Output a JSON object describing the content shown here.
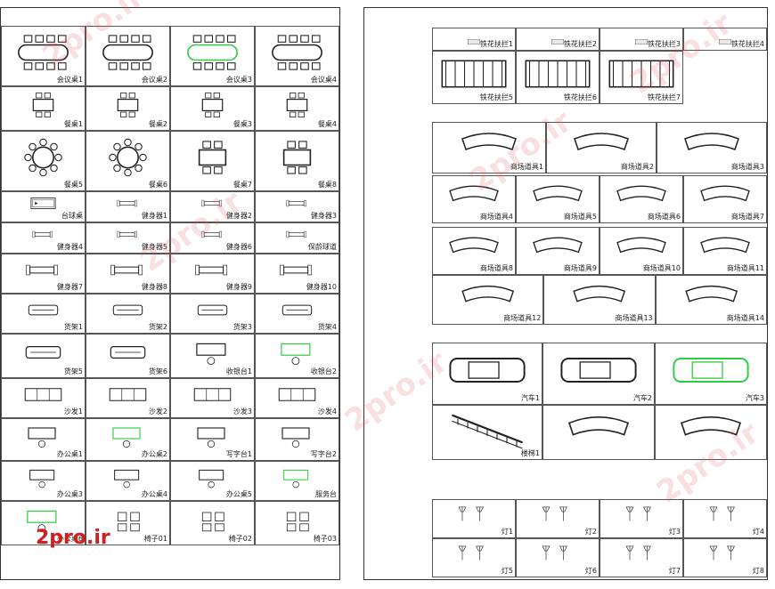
{
  "watermark": "2pro.ir",
  "logo": "2pro.ir",
  "left_sheet": [
    {
      "label": "会议桌1",
      "icon": "table"
    },
    {
      "label": "会议桌2",
      "icon": "table"
    },
    {
      "label": "会议桌3",
      "icon": "table-green"
    },
    {
      "label": "会议桌4",
      "icon": "table"
    },
    {
      "label": "餐桌1",
      "icon": "dining"
    },
    {
      "label": "餐桌2",
      "icon": "dining"
    },
    {
      "label": "餐桌3",
      "icon": "dining"
    },
    {
      "label": "餐桌4",
      "icon": "dining"
    },
    {
      "label": "餐桌5",
      "icon": "round"
    },
    {
      "label": "餐桌6",
      "icon": "round"
    },
    {
      "label": "餐桌7",
      "icon": "dining"
    },
    {
      "label": "餐桌8",
      "icon": "dining"
    },
    {
      "label": "台球桌",
      "icon": "billiard"
    },
    {
      "label": "健身器1",
      "icon": "gym"
    },
    {
      "label": "健身器2",
      "icon": "gym"
    },
    {
      "label": "健身器3",
      "icon": "gym"
    },
    {
      "label": "健身器4",
      "icon": "gym"
    },
    {
      "label": "健身器5",
      "icon": "gym"
    },
    {
      "label": "健身器6",
      "icon": "gym"
    },
    {
      "label": "保龄球道",
      "icon": "gym"
    },
    {
      "label": "健身器7",
      "icon": "gym"
    },
    {
      "label": "健身器8",
      "icon": "gym"
    },
    {
      "label": "健身器9",
      "icon": "gym"
    },
    {
      "label": "健身器10",
      "icon": "gym"
    },
    {
      "label": "货架1",
      "icon": "shelf"
    },
    {
      "label": "货架2",
      "icon": "shelf"
    },
    {
      "label": "货架3",
      "icon": "shelf"
    },
    {
      "label": "货架4",
      "icon": "shelf"
    },
    {
      "label": "货架5",
      "icon": "shelf"
    },
    {
      "label": "货架6",
      "icon": "shelf"
    },
    {
      "label": "收银台1",
      "icon": "desk"
    },
    {
      "label": "收银台2",
      "icon": "desk-green"
    },
    {
      "label": "沙发1",
      "icon": "sofa"
    },
    {
      "label": "沙发2",
      "icon": "sofa"
    },
    {
      "label": "沙发3",
      "icon": "sofa"
    },
    {
      "label": "沙发4",
      "icon": "sofa"
    },
    {
      "label": "办公桌1",
      "icon": "desk"
    },
    {
      "label": "办公桌2",
      "icon": "desk-green"
    },
    {
      "label": "写字台1",
      "icon": "desk"
    },
    {
      "label": "写字台2",
      "icon": "desk"
    },
    {
      "label": "办公桌3",
      "icon": "desk"
    },
    {
      "label": "办公桌4",
      "icon": "desk"
    },
    {
      "label": "办公桌5",
      "icon": "desk"
    },
    {
      "label": "服务台",
      "icon": "desk-green"
    },
    {
      "label": "办公桌6",
      "icon": "desk-green"
    },
    {
      "label": "椅子01",
      "icon": "chair"
    },
    {
      "label": "椅子02",
      "icon": "chair"
    },
    {
      "label": "椅子03",
      "icon": "chair"
    }
  ],
  "right_sheet": {
    "rail": [
      "铁花扶拦1",
      "铁花扶拦2",
      "铁花扶拦3",
      "铁花扶拦4",
      "铁花扶拦5",
      "铁花扶拦6",
      "铁花扶拦7"
    ],
    "mall": [
      "商场道具1",
      "商场道具2",
      "商场道具3",
      "商场道具4",
      "商场道具5",
      "商场道具6",
      "商场道具7",
      "商场道具8",
      "商场道具9",
      "商场道具10",
      "商场道具11",
      "商场道具12",
      "商场道具13",
      "商场道具14"
    ],
    "cars": [
      "汽车1",
      "汽车2",
      "汽车3"
    ],
    "stairs": "楼梯1",
    "lamps": [
      "灯1",
      "灯2",
      "灯3",
      "灯4",
      "灯5",
      "灯6",
      "灯7",
      "灯8"
    ]
  },
  "colors": {
    "line": "#222222",
    "accent": "#2ecc40",
    "watermark": "#d21e1e"
  }
}
